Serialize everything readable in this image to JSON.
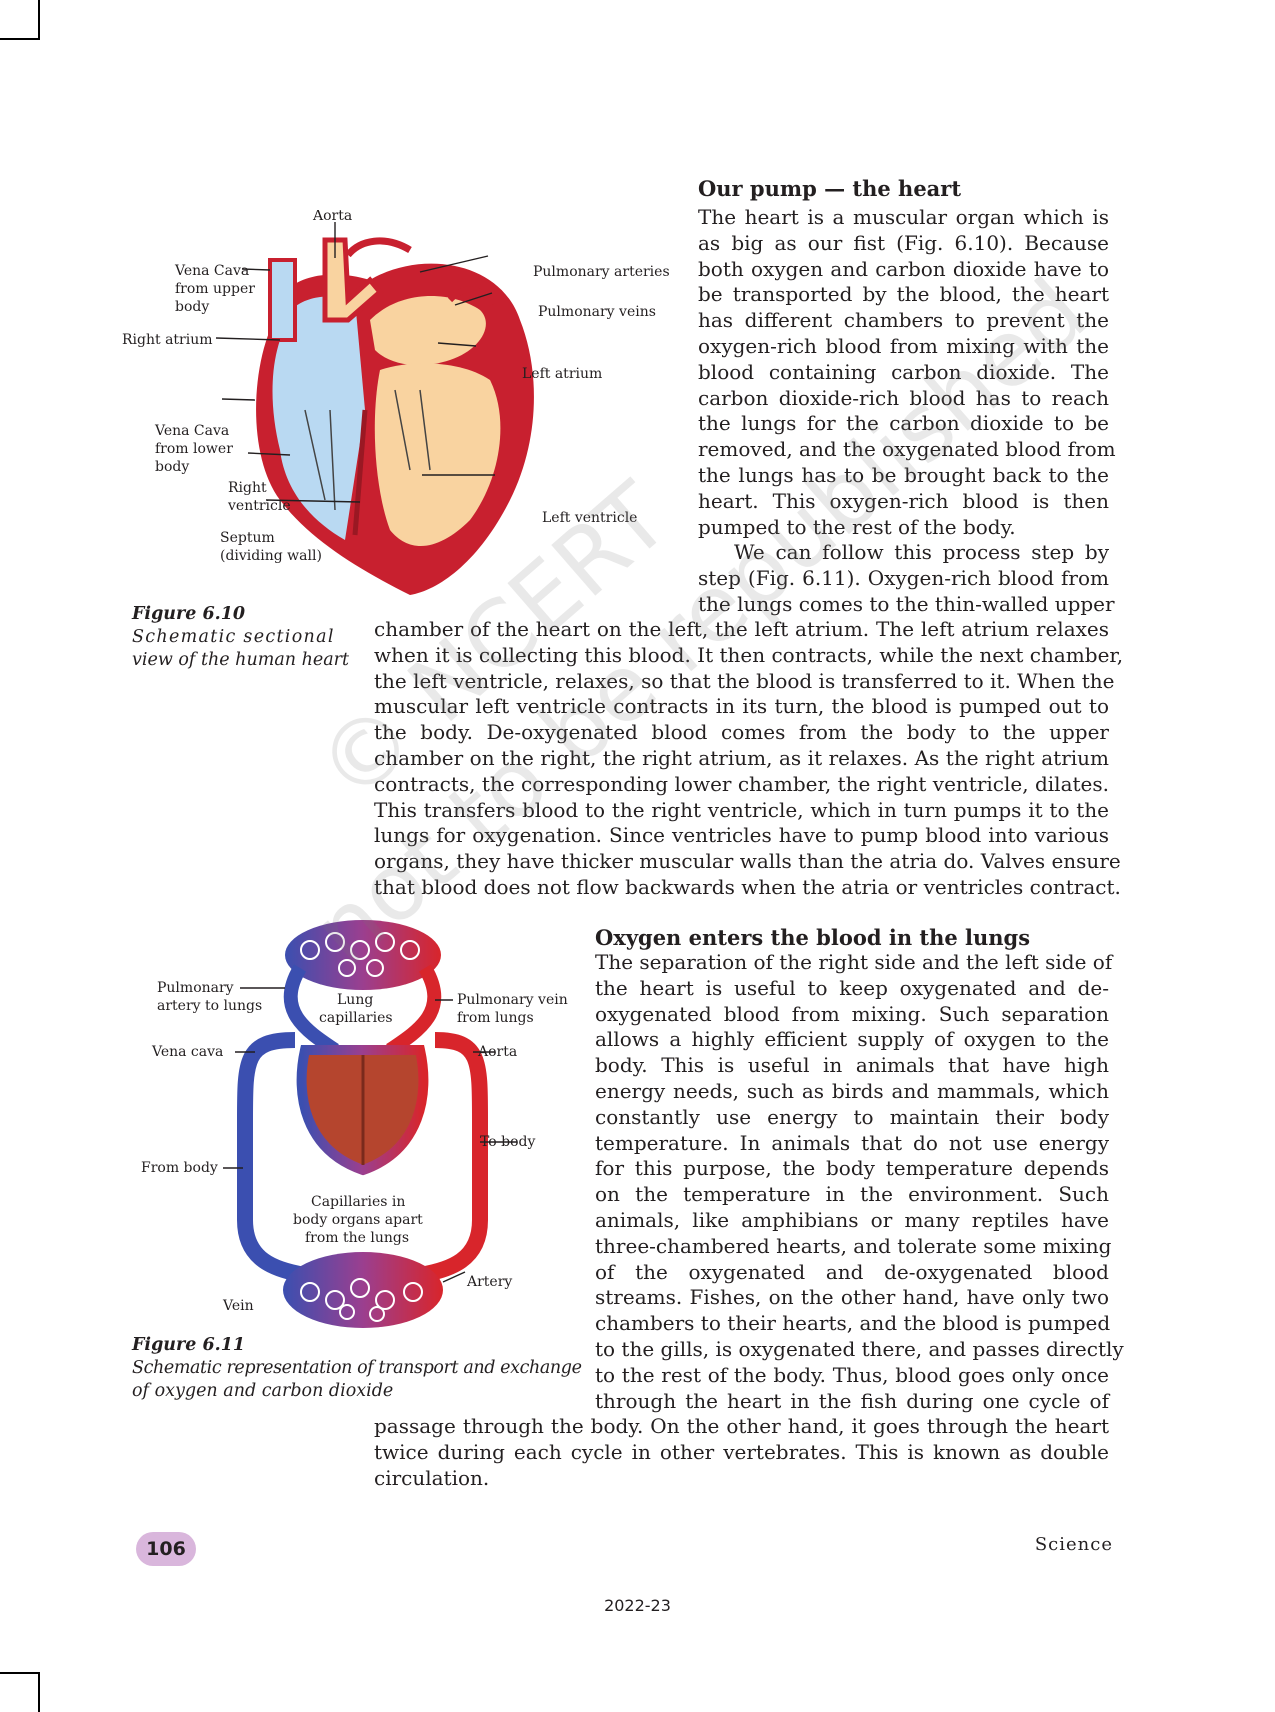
{
  "section1": {
    "heading": "Our pump — the heart",
    "para1_lines": [
      "The heart is a muscular organ which is",
      "as big as our fist (Fig. 6.10). Because",
      "both oxygen and carbon dioxide have to",
      "be transported by the blood, the heart",
      "has different chambers to prevent the",
      "oxygen-rich blood from mixing with the",
      "blood containing carbon dioxide. The",
      "carbon dioxide-rich blood has to reach",
      "the lungs for the carbon dioxide to be",
      "removed, and the oxygenated blood from",
      "the lungs has to be brought back to the",
      "heart. This oxygen-rich blood is then",
      "pumped to the rest of the body."
    ],
    "para2_lines_narrow": [
      "We can follow this process step by",
      "step (Fig. 6.11). Oxygen-rich blood from",
      "the lungs comes to the thin-walled upper"
    ],
    "para2_lines_wide": [
      "chamber of the heart on the left, the left atrium. The left atrium relaxes",
      "when it is collecting this blood. It then contracts, while the next chamber,",
      "the left ventricle, relaxes, so that the blood is transferred to it. When the",
      "muscular left ventricle contracts in its turn, the blood is pumped out to",
      "the body. De-oxygenated blood comes from the body to the upper",
      "chamber on the right, the right atrium, as it relaxes. As the right atrium",
      "contracts, the corresponding lower chamber, the right ventricle, dilates.",
      "This transfers blood to the right ventricle, which in turn pumps it to the",
      "lungs for oxygenation. Since ventricles have to pump blood into various",
      "organs, they have thicker muscular walls than the atria do. Valves ensure",
      "that blood does not flow backwards when the atria or ventricles contract."
    ]
  },
  "figure_6_10": {
    "number": "Figure 6.10",
    "caption_lines": [
      "Schematic sectional",
      "view of the human heart"
    ],
    "labels": {
      "aorta": "Aorta",
      "vena_cava_upper_1": "Vena Cava",
      "vena_cava_upper_2": "from upper",
      "vena_cava_upper_3": "body",
      "right_atrium": "Right atrium",
      "vena_cava_lower_1": "Vena Cava",
      "vena_cava_lower_2": "from lower",
      "vena_cava_lower_3": "body",
      "right_ventricle_1": "Right",
      "right_ventricle_2": "ventricle",
      "septum_1": "Septum",
      "septum_2": "(dividing wall)",
      "pulmonary_arteries": "Pulmonary arteries",
      "pulmonary_veins": "Pulmonary veins",
      "left_atrium": "Left atrium",
      "left_ventricle": "Left ventricle"
    }
  },
  "section2": {
    "heading": "Oxygen enters the blood in the lungs",
    "lines_narrow": [
      "The separation of the right side and the left side of",
      "the heart is useful to keep oxygenated and de-",
      "oxygenated blood from mixing. Such separation",
      "allows a highly efficient supply of oxygen to the",
      "body. This is useful in animals that have high",
      "energy needs, such as birds and mammals, which",
      "constantly use energy to maintain their body",
      "temperature. In animals that do not use energy",
      "for this purpose, the body temperature depends",
      "on the temperature in the environment. Such",
      "animals, like amphibians or  many reptiles have",
      "three-chambered hearts, and tolerate some mixing",
      "of the oxygenated and de-oxygenated blood",
      "streams. Fishes, on the other hand, have only two",
      "chambers to their hearts, and the blood is pumped",
      "to the gills, is oxygenated there, and passes directly",
      "to the rest of the body. Thus, blood goes only once",
      "through the heart in the fish during one cycle of"
    ],
    "lines_wide": [
      "passage through the body. On the other hand, it goes through the heart",
      "twice during each cycle in other vertebrates. This is known as double",
      "circulation."
    ]
  },
  "figure_6_11": {
    "number": "Figure 6.11",
    "caption_lines": [
      "Schematic representation of transport and exchange",
      "of oxygen and carbon dioxide"
    ],
    "labels": {
      "pulmonary_artery_1": "Pulmonary",
      "pulmonary_artery_2": "artery to lungs",
      "lung_capillaries_1": "Lung",
      "lung_capillaries_2": "capillaries",
      "pulmonary_vein_1": "Pulmonary vein",
      "pulmonary_vein_2": "from lungs",
      "vena_cava": "Vena cava",
      "aorta": "Aorta",
      "to_body": "To body",
      "from_body": "From body",
      "capillaries_1": "Capillaries in",
      "capillaries_2": "body organs apart",
      "capillaries_3": "from the lungs",
      "artery": "Artery",
      "vein": "Vein"
    }
  },
  "footer": {
    "page_number": "106",
    "subject": "Science",
    "year": "2022-23"
  },
  "watermark": {
    "line1": "© NCERT",
    "line2": "not to be republished"
  },
  "colors": {
    "oxygenated": "#c8202f",
    "deoxygenated": "#b9d9f2",
    "left_chamber": "#f9d3a0",
    "page_badge": "#d9b6dc"
  }
}
